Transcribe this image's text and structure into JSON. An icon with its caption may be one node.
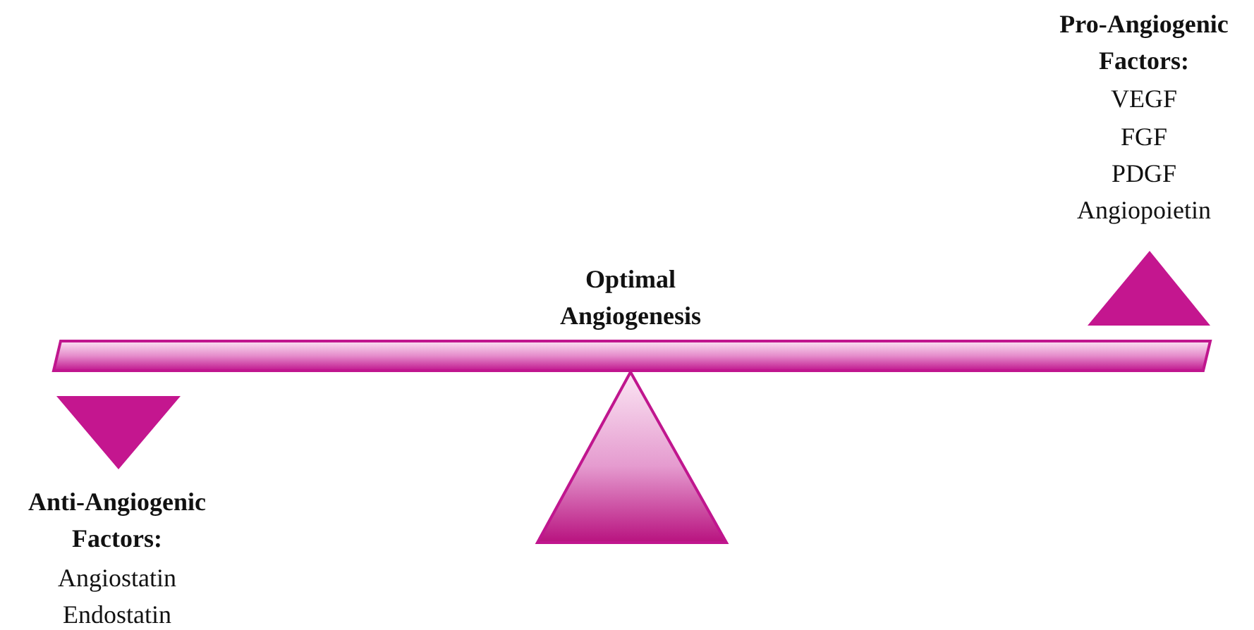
{
  "diagram": {
    "labels": [
      "Optimal Angiogenesis",
      "Pro-Angiogenic Factors:",
      "VEGF",
      "FGF",
      "PDGF",
      "Angiopoietin",
      "Anti-Angiogenic Factors:",
      "Angiostatin",
      "Endostatin"
    ]
  }
}
